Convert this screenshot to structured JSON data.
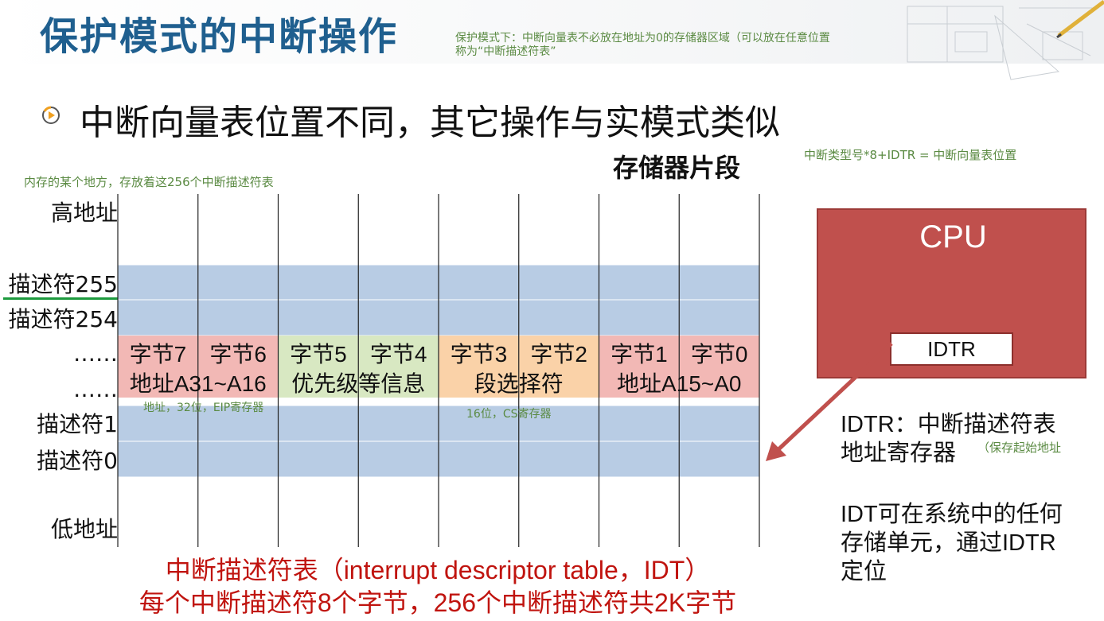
{
  "header": {
    "title": "保护模式的中断操作",
    "note_line1": "保护模式下：中断向量表不必放在地址为0的存储器区域（可以放在任意位置",
    "note_line2": "称为“中断描述符表”"
  },
  "bullet": {
    "icon": "circle-play-icon",
    "text": "中断向量表位置不同，其它操作与实模式类似"
  },
  "memory": {
    "title": "存储器片段",
    "formula_note": "中断类型号*8+IDTR = 中断向量表位置",
    "table_note": "内存的某个地方，存放着这256个中断描述符表",
    "labels": {
      "high": "高地址",
      "desc255": "描述符255",
      "desc254": "描述符254",
      "dots1": "……",
      "dots2": "……",
      "desc1": "描述符1",
      "desc0": "描述符0",
      "low": "低地址"
    },
    "bytes": [
      "字节7",
      "字节6",
      "字节5",
      "字节4",
      "字节3",
      "字节2",
      "字节1",
      "字节0"
    ],
    "groups": [
      {
        "text": "地址A31~A16",
        "color": "#f2b8b5"
      },
      {
        "text": "优先级等信息",
        "color": "#d8e8c2"
      },
      {
        "text": "段选择符",
        "color": "#fad2a8"
      },
      {
        "text": "地址A15~A0",
        "color": "#f2b8b5"
      }
    ],
    "note_addr": "地址，32位，EIP寄存器",
    "note_cs": "16位，CS寄存器",
    "row_color": "#b8cce4"
  },
  "cpu": {
    "label": "CPU",
    "register": "IDTR"
  },
  "side": {
    "line1": "IDTR：中断描述符表",
    "line2": "地址寄存器",
    "note": "（保存起始地址",
    "line3": "IDT可在系统中的任何",
    "line4": "存储单元，通过IDTR",
    "line5": "定位"
  },
  "bottom": {
    "line1": "中断描述符表（interrupt descriptor table，IDT）",
    "line2": "每个中断描述符8个字节，256个中断描述符共2K字节"
  },
  "colors": {
    "title": "#1f5f8f",
    "note": "#5a8a42",
    "cpu": "#c0504d",
    "arrow": "#c0504d",
    "bottom_text": "#c0140f"
  }
}
